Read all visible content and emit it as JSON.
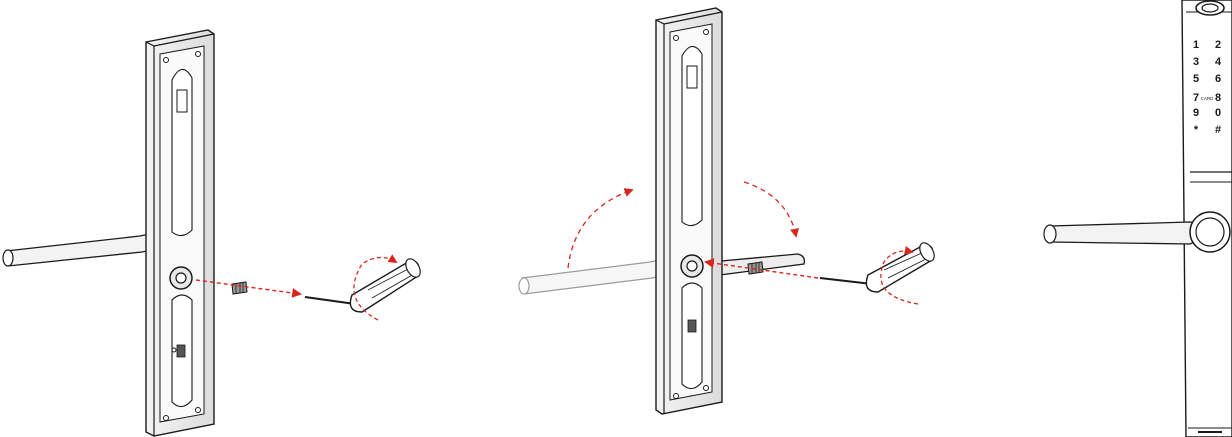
{
  "keypad": {
    "rows": [
      [
        "1",
        "2"
      ],
      [
        "3",
        "4"
      ],
      [
        "5",
        "6"
      ],
      [
        "7",
        "8"
      ],
      [
        "9",
        "0"
      ],
      [
        "*",
        "#"
      ]
    ],
    "card_label": "CARD"
  },
  "colors": {
    "line": "#1a1a1a",
    "accent_arrow": "#d9261c",
    "background": "#ffffff"
  }
}
